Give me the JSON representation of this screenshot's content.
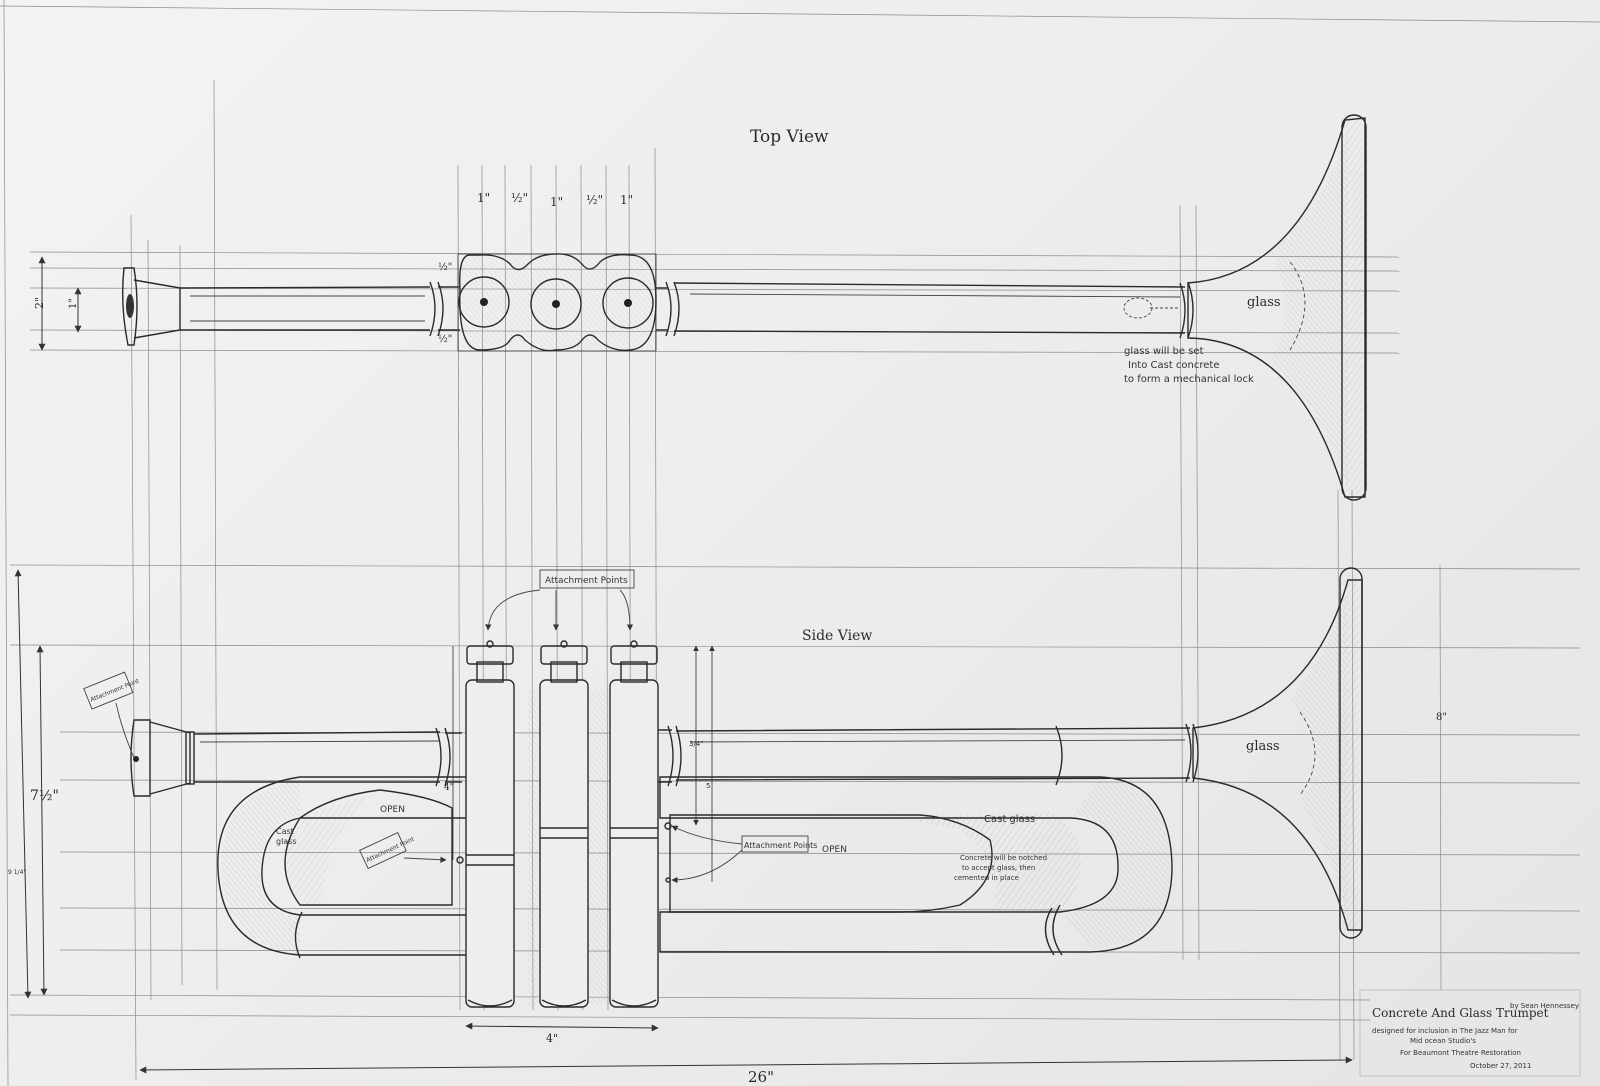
{
  "labels": {
    "top_view": "Top View",
    "side_view": "Side View",
    "glass_top": "glass",
    "glass_side": "glass",
    "glass_note_1": "glass will be set",
    "glass_note_2": "Into Cast concrete",
    "glass_note_3": "to form a mechanical lock",
    "attachment_points_top": "Attachment Points",
    "attachment_points_right": "Attachment Points",
    "attachment_point_left": "Attachment Point",
    "attachment_point_mid": "Attachment Point",
    "open_left": "OPEN",
    "open_right": "OPEN",
    "cast_glass_left_1": "Cast",
    "cast_glass_left_2": "glass",
    "cast_glass_right": "Cast glass",
    "concrete_note_1": "Concrete will be notched",
    "concrete_note_2": "to accept glass, then",
    "concrete_note_3": "cemented in place"
  },
  "dimensions": {
    "valve_1": "1\"",
    "gap_1": "½\"",
    "valve_2": "1\"",
    "gap_2": "½\"",
    "valve_3": "1\"",
    "pipe_outer": "2\"",
    "pipe_inner": "1\"",
    "half_top": "½\"",
    "half_bottom": "½\"",
    "height_total": "7½\"",
    "height_small": "9 1/4\"",
    "mid_4": "4\"",
    "valve_span": "4\"",
    "total_length": "26\"",
    "bell_height": "8\"",
    "cap_3_4": "3/4\"",
    "cap_5": "5"
  },
  "title_block": {
    "title": "Concrete And Glass Trumpet",
    "author": "by Sean Hennessey",
    "line_1": "designed for inclusion in The Jazz Man for",
    "line_2": "Mid ocean Studio's",
    "line_3": "For Beaumont Theatre Restoration",
    "date": "October 27, 2011"
  }
}
